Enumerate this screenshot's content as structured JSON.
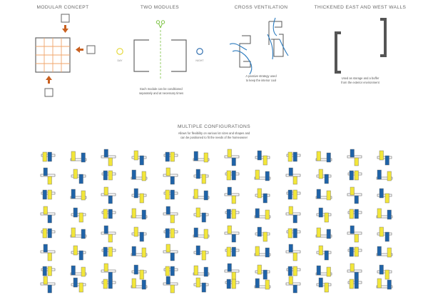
{
  "panels": {
    "modular": {
      "title": "MODULAR CONCEPT"
    },
    "two_modules": {
      "title": "TWO MODULES",
      "day_label": "DAY",
      "night_label": "NIGHT",
      "caption_line1": "Each module can be conditioned",
      "caption_line2": "separately and at necessary times"
    },
    "cross_ventilation": {
      "title": "CROSS VENTILATION",
      "caption_line1": "A passive strategy used",
      "caption_line2": "to keep the interior cool"
    },
    "thickened_walls": {
      "title": "THICKENED EAST AND WEST WALLS",
      "caption_line1": "Used as storage and a buffer",
      "caption_line2": "from the exterior environment"
    }
  },
  "configurations": {
    "title": "MULTIPLE CONFIGURATIONS",
    "caption_line1": "Allows for flexibility on various lot sizes and shapes and",
    "caption_line2": "can be positioned to fit the needs of the homeowner"
  },
  "colors": {
    "day_module": "#f2e63a",
    "night_module": "#1f63a8",
    "arrow": "#c9601f",
    "grid_line": "#f0a56a",
    "wall": "#555555",
    "outline": "#666666",
    "air": "#2b7bbf",
    "scissors": "#7cc242"
  },
  "icons": [
    "arrow-icon",
    "scissors-icon",
    "sun-icon",
    "moon-icon",
    "air-flow-icon"
  ]
}
